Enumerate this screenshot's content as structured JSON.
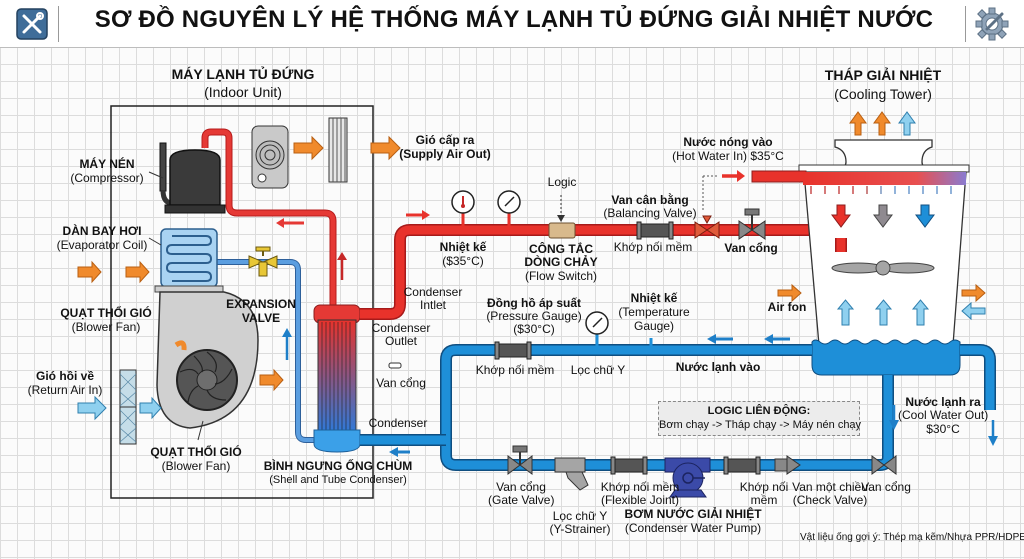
{
  "header": {
    "title": "SƠ ĐỒ NGUYÊN LÝ HỆ THỐNG MÁY LẠNH TỦ ĐỨNG GIẢI NHIỆT NƯỚC",
    "left_icon": "tools-icon",
    "right_icon": "gear-wrench-icon"
  },
  "indoor_unit": {
    "title": "MÁY LẠNH TỦ ĐỨNG",
    "subtitle": "(Indoor Unit)",
    "compressor": {
      "label": "MÁY NÉN",
      "sub": "(Compressor)"
    },
    "evaporator": {
      "label": "DÀN BAY HƠI",
      "sub": "(Evaporator Coil)"
    },
    "blower_left": {
      "label": "QUẠT THỔI GIÓ",
      "sub": "(Blower Fan)"
    },
    "blower_bottom": {
      "label": "QUẠT THỔI GIÓ",
      "sub": "(Blower Fan)"
    },
    "return_air": {
      "label": "Gió hồi về",
      "sub": "(Return Air In)"
    },
    "expansion_valve": {
      "line1": "EXPANSION",
      "line2": "VALVE"
    },
    "supply_air": {
      "label": "Gió cấp ra",
      "sub": "(Supply Air Out)"
    },
    "condenser": {
      "label": "BÌNH NGƯNG ỐNG CHÙM",
      "sub": "(Shell and Tube Condenser)"
    },
    "condenser_intlet": {
      "line1": "Condenser",
      "line2": "Intlet"
    },
    "condenser_outlet": {
      "line1": "Condenser",
      "line2": "Outlet"
    },
    "van_cong_small": "Van cổng",
    "condenser_bottom": "Condenser"
  },
  "hot_line": {
    "thermometer": {
      "label": "Nhiệt kế",
      "value": "($35°C)"
    },
    "logic_label": "Logic",
    "flow_switch": {
      "line1": "CÔNG TẮC",
      "line2": "DÒNG CHẢY",
      "sub": "(Flow Switch)"
    },
    "balancing_valve": {
      "label": "Van cân bằng",
      "sub": "(Balancing Valve)"
    },
    "flexible_joint": "Khớp nối mềm",
    "gate_valve": "Van cổng",
    "hot_water_in": {
      "label": "Nước nóng vào",
      "sub": "(Hot Water In) $35°C"
    }
  },
  "cooling_tower": {
    "title": "THÁP GIẢI NHIỆT",
    "subtitle": "(Cooling Tower)",
    "air_label": "Air fon",
    "cool_water_out": {
      "label": "Nước lạnh ra",
      "sub": "(Cool Water Out)",
      "value": "$30°C"
    }
  },
  "cold_line": {
    "pressure_gauge": {
      "label": "Đồng hồ áp suất",
      "sub": "(Pressure Gauge)",
      "value": "($30°C)"
    },
    "temperature_gauge": {
      "label": "Nhiệt kế",
      "sub1": "(Temperature",
      "sub2": "Gauge)"
    },
    "flexible_joint": "Khớp nối mềm",
    "y_strainer_top": "Lọc chữ Y",
    "cold_water_in": "Nước lạnh vào"
  },
  "logic_box": {
    "title": "LOGIC LIÊN ĐỘNG:",
    "text": "Bơm chạy -> Tháp chạy -> Máy nén chạy"
  },
  "bottom_line": {
    "gate_valve_left": {
      "label": "Van cổng",
      "sub": "(Gate Valve)"
    },
    "y_strainer": {
      "label": "Lọc chữ Y",
      "sub": "(Y-Strainer)"
    },
    "flexible_joint_left": {
      "label": "Khớp nối mềm",
      "sub": "(Flexible Joint)"
    },
    "pump": {
      "label": "BƠM NƯỚC GIẢI NHIỆT",
      "sub": "(Condenser Water Pump)"
    },
    "flexible_joint_right": {
      "line1": "Khớp nối",
      "line2": "mềm"
    },
    "check_valve": {
      "label": "Van một chiều",
      "sub": "(Check Valve)"
    },
    "gate_valve_right": "Van cổng"
  },
  "footnote": "Vật liệu ống gợi ý: Thép mạ kẽm/Nhựa PPR/HDPE",
  "colors": {
    "hot_pipe": "#e8322b",
    "cold_pipe": "#1e8fd8",
    "refrigerant_pipe": "#4b8fd0",
    "orange_arrow": "#f08a2c",
    "light_blue_arrow": "#8fd0ef",
    "header_icon_bg": "#3f6d99"
  }
}
